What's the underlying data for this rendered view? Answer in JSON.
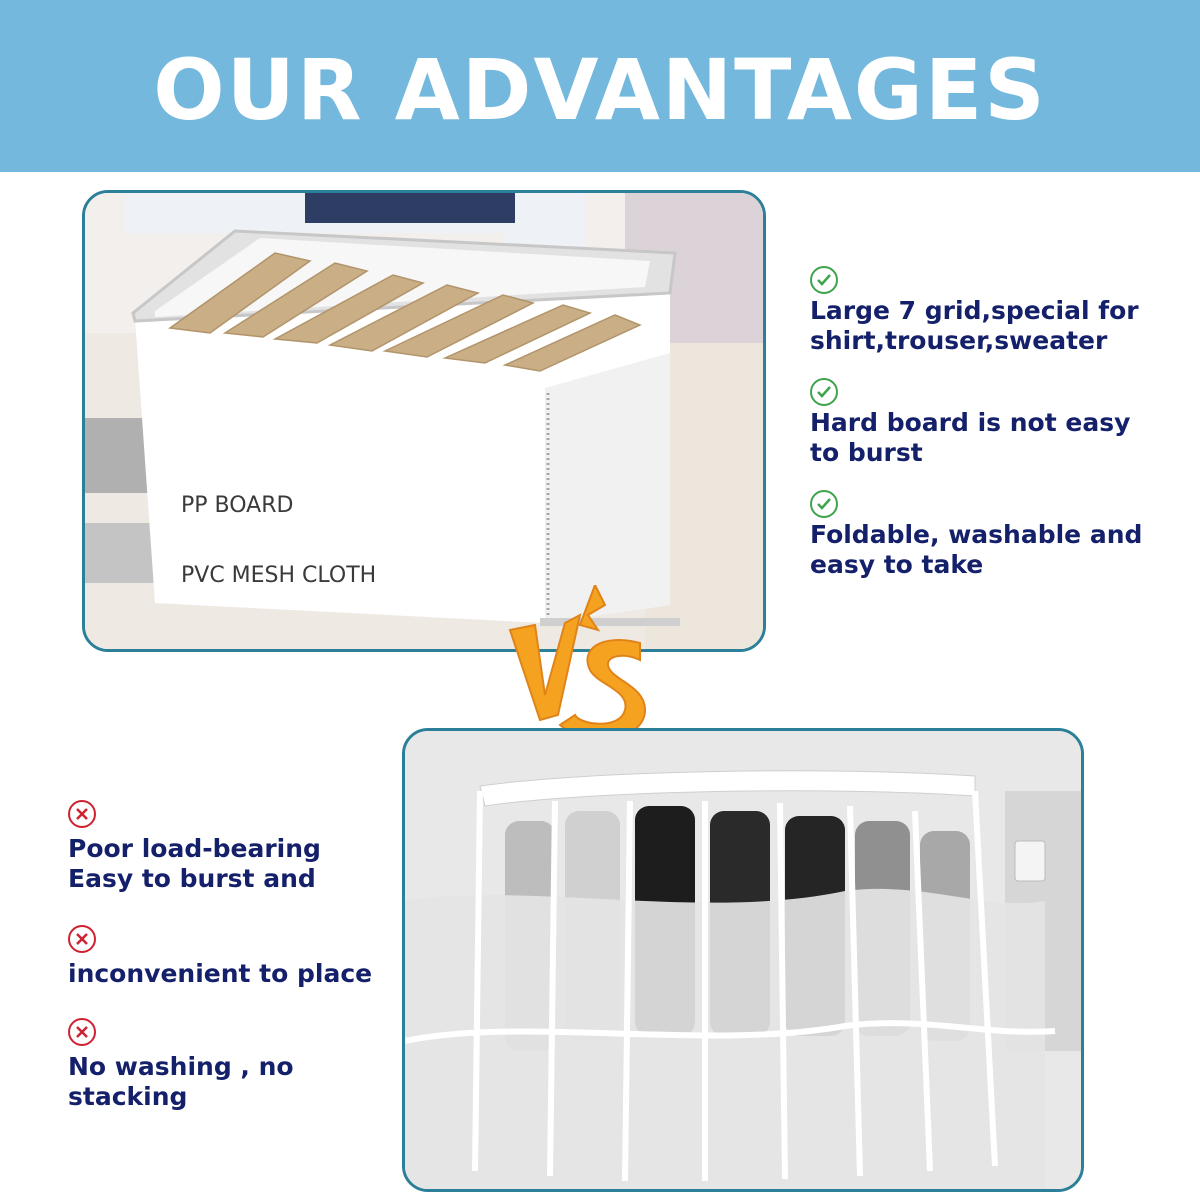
{
  "banner": {
    "title": "OUR ADVANTAGES",
    "color": "#74b9dd"
  },
  "top_panel": {
    "labels": {
      "pp_board": "PP BOARD",
      "pvc_mesh": "PVC MESH CLOTH"
    }
  },
  "vs_graphic": {
    "color": "#f4a21f"
  },
  "advantages": [
    {
      "icon": "check-icon",
      "text": "Large 7 grid,special for\nshirt,trouser,sweater"
    },
    {
      "icon": "check-icon",
      "text": "Hard board is not easy\nto burst"
    },
    {
      "icon": "check-icon",
      "text": "Foldable, washable and\neasy to take"
    }
  ],
  "disadvantages": [
    {
      "icon": "cross-icon",
      "text": "Poor load-bearing\nEasy to burst and"
    },
    {
      "icon": "cross-icon",
      "text": "inconvenient to place"
    },
    {
      "icon": "cross-icon",
      "text": "No washing , no stacking"
    }
  ],
  "colors": {
    "text": "#15206a",
    "check": "#3fa34d",
    "cross": "#cf2230",
    "panel_border": "#2b7f98"
  }
}
